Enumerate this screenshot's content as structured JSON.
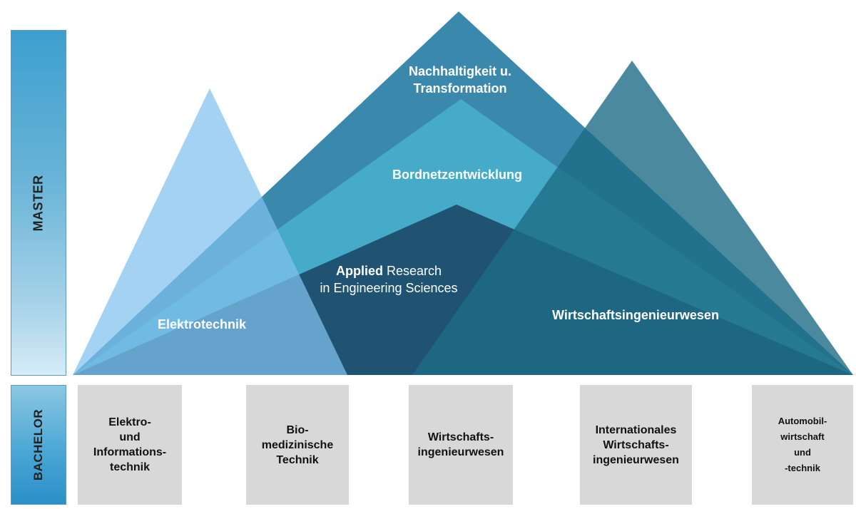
{
  "sidebar": {
    "master": "MASTER",
    "bachelor": "BACHELOR"
  },
  "master_programs": {
    "nachhaltigkeit": [
      "Nachhaltigkeit u.",
      "Transformation"
    ],
    "bordnetz": "Bordnetzentwicklung",
    "applied_bold": "Applied",
    "applied_rest": " Research",
    "applied_line2": "in Engineering Sciences",
    "elektrotechnik": "Elektrotechnik",
    "wirtschaftsingenieurwesen": "Wirtschaftsingenieurwesen"
  },
  "bachelor_programs": [
    "Elektro-\nund\nInformations-\ntechnik",
    "Bio-\nmedizinische\nTechnik",
    "Wirtschafts-\ningenieurwesen",
    "Internationales\nWirtschafts-\ningenieurwesen",
    "Automobil-\nwirtschaft\nund\n-technik"
  ],
  "colors": {
    "nachhaltigkeit": "#2f83a8",
    "bordnetz": "#48b2cc",
    "applied": "#1f4e6e",
    "elektrotechnik": "#7fc0ef",
    "wirtschaftsingenieurwesen": "#1e6d86",
    "bachelor_box": "#d8d8d8"
  }
}
